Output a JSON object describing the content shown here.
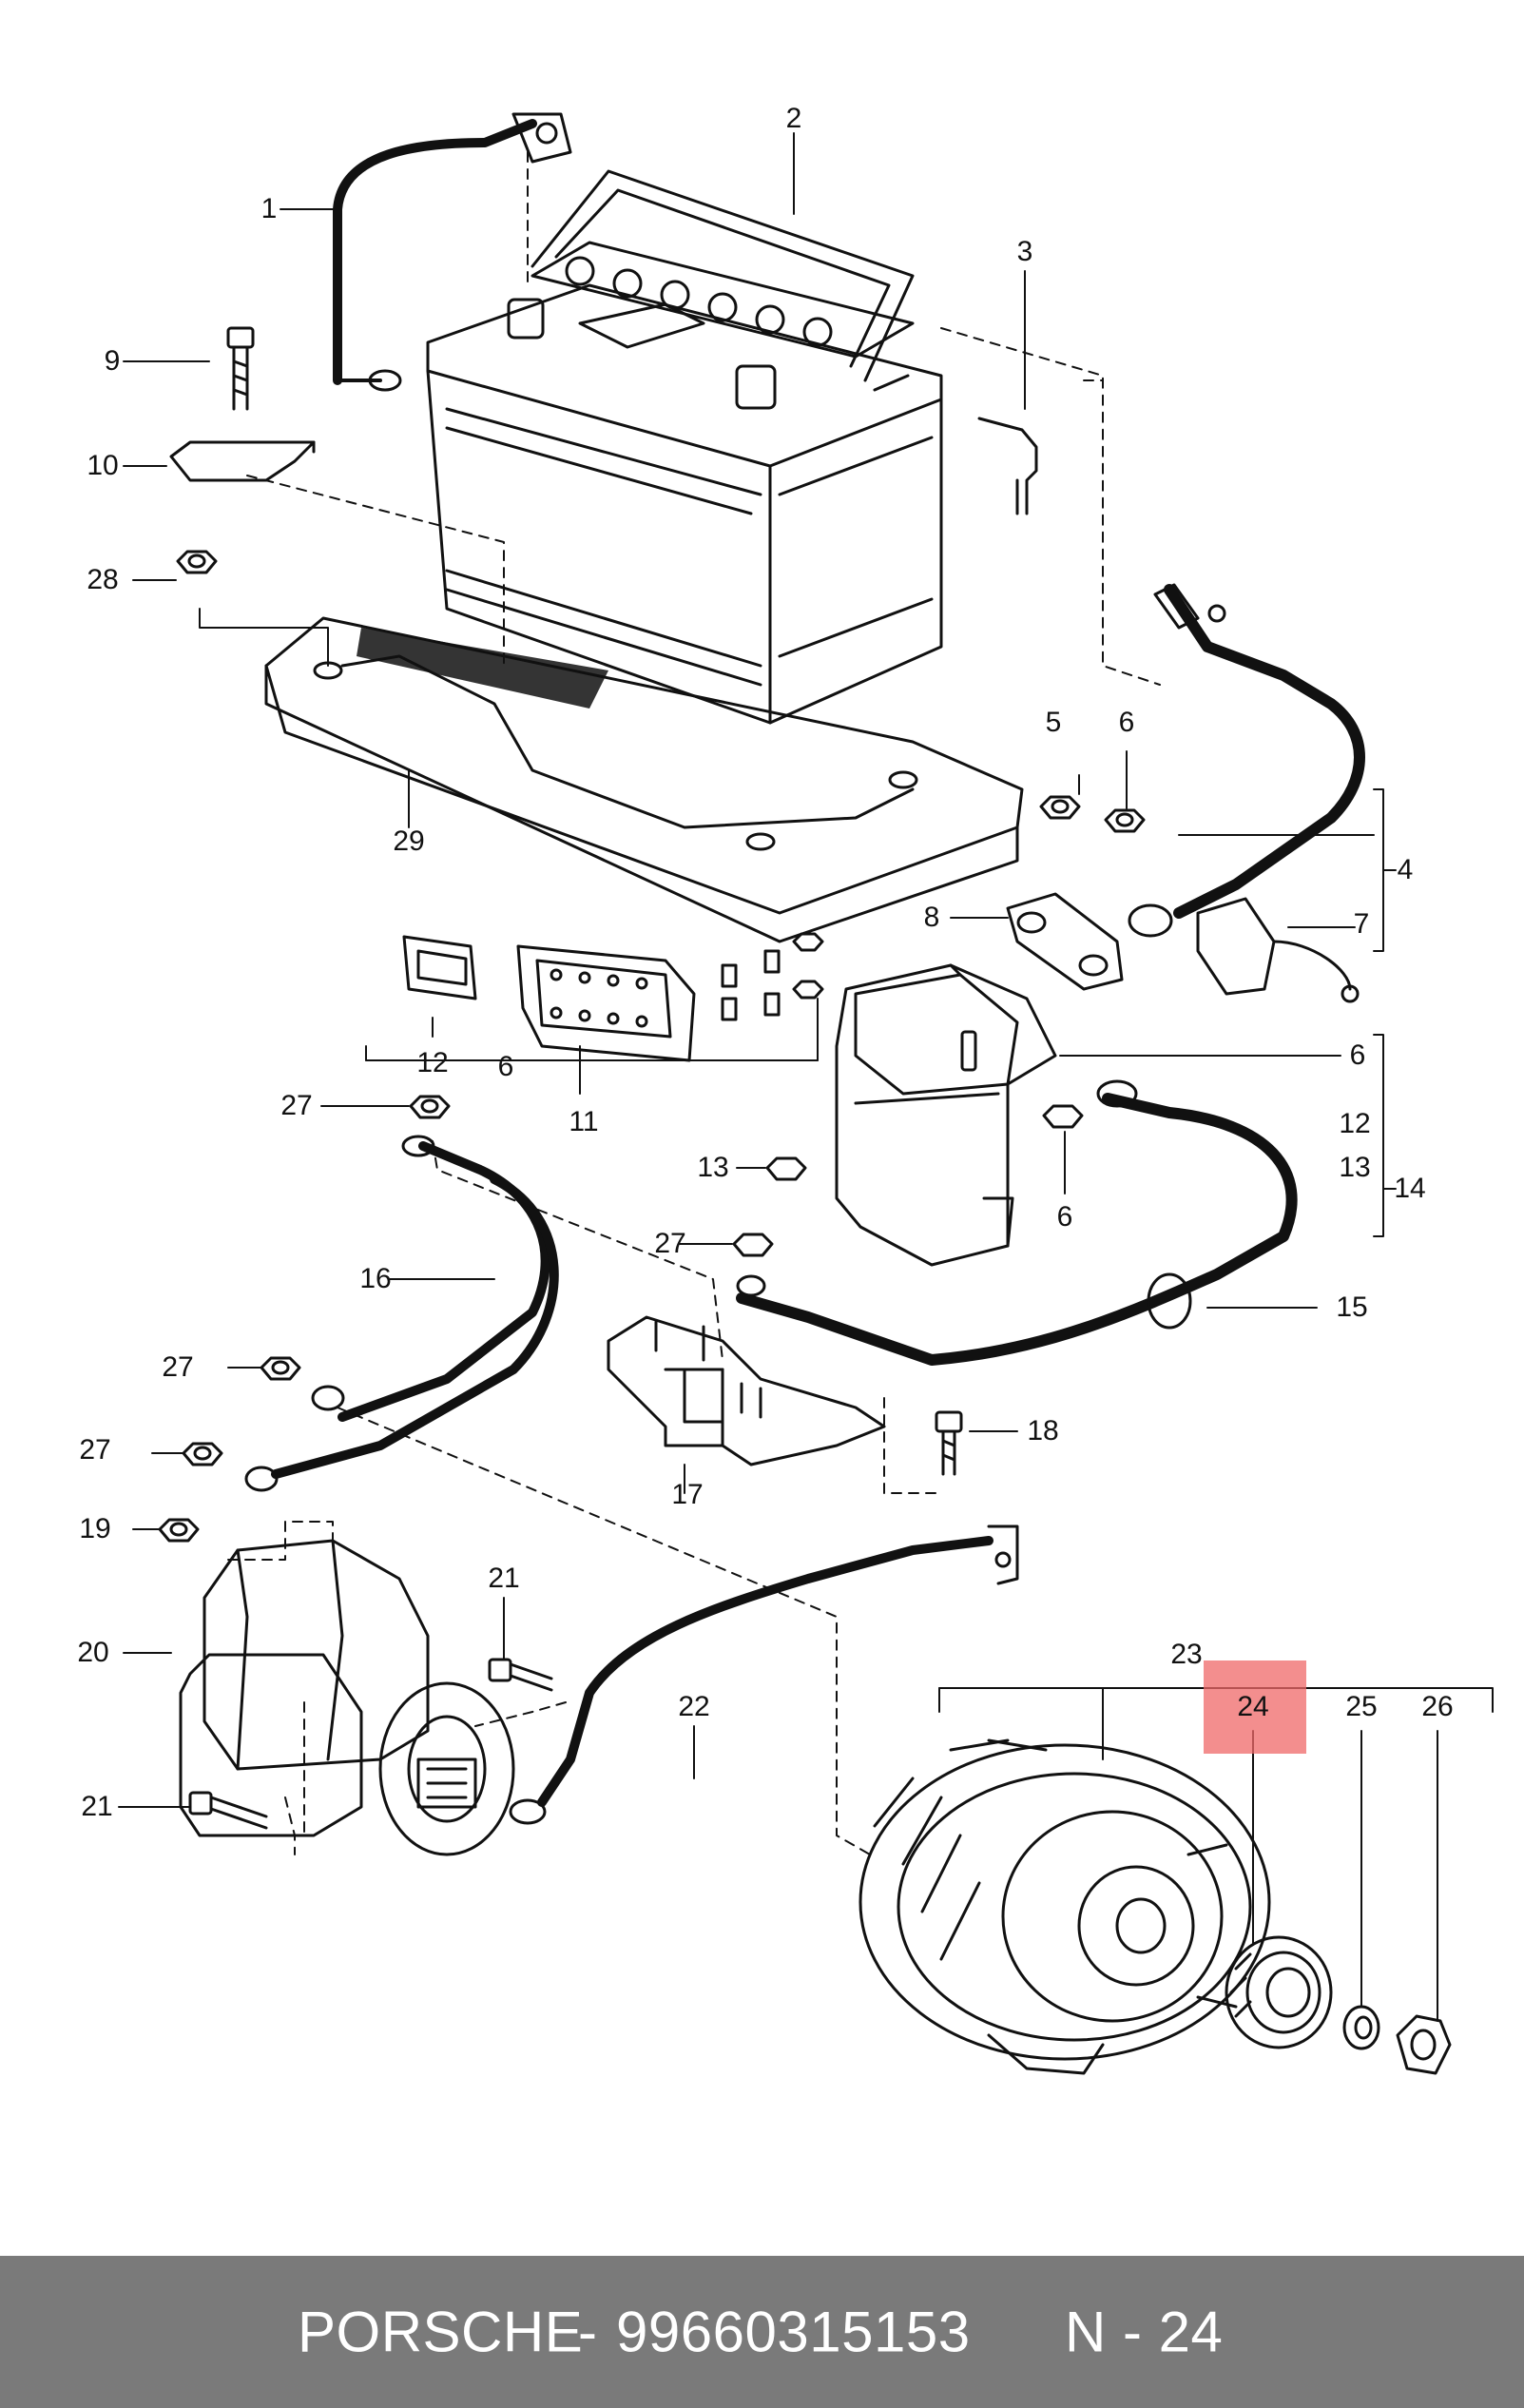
{
  "diagram": {
    "callouts": [
      {
        "id": "c1",
        "text": "1"
      },
      {
        "id": "c2",
        "text": "2"
      },
      {
        "id": "c3",
        "text": "3"
      },
      {
        "id": "c4",
        "text": "4"
      },
      {
        "id": "c5",
        "text": "5"
      },
      {
        "id": "c6a",
        "text": "6"
      },
      {
        "id": "c7",
        "text": "7"
      },
      {
        "id": "c8",
        "text": "8"
      },
      {
        "id": "c9",
        "text": "9"
      },
      {
        "id": "c10",
        "text": "10"
      },
      {
        "id": "c28",
        "text": "28"
      },
      {
        "id": "c29",
        "text": "29"
      },
      {
        "id": "c12a",
        "text": "12"
      },
      {
        "id": "c6b",
        "text": "6"
      },
      {
        "id": "c11",
        "text": "11"
      },
      {
        "id": "c6c",
        "text": "6"
      },
      {
        "id": "c12b",
        "text": "12"
      },
      {
        "id": "c13b",
        "text": "13"
      },
      {
        "id": "c14",
        "text": "14"
      },
      {
        "id": "c27a",
        "text": "27"
      },
      {
        "id": "c13a",
        "text": "13"
      },
      {
        "id": "c6d",
        "text": "6"
      },
      {
        "id": "c27b",
        "text": "27"
      },
      {
        "id": "c16",
        "text": "16"
      },
      {
        "id": "c15",
        "text": "15"
      },
      {
        "id": "c27c",
        "text": "27"
      },
      {
        "id": "c18",
        "text": "18"
      },
      {
        "id": "c27d",
        "text": "27"
      },
      {
        "id": "c17",
        "text": "17"
      },
      {
        "id": "c19",
        "text": "19"
      },
      {
        "id": "c21a",
        "text": "21"
      },
      {
        "id": "c20",
        "text": "20"
      },
      {
        "id": "c22",
        "text": "22"
      },
      {
        "id": "c23",
        "text": "23"
      },
      {
        "id": "c24",
        "text": "24"
      },
      {
        "id": "c25",
        "text": "25"
      },
      {
        "id": "c26",
        "text": "26"
      },
      {
        "id": "c21b",
        "text": "21"
      }
    ],
    "highlighted_callout": "24",
    "highlight_color": "#ef6868"
  },
  "footer": {
    "brand": "PORSCHE",
    "separator": "-",
    "part_number": "99660315153",
    "position": "N - 24",
    "background": "#7a7a7a",
    "text_color": "#ffffff"
  }
}
